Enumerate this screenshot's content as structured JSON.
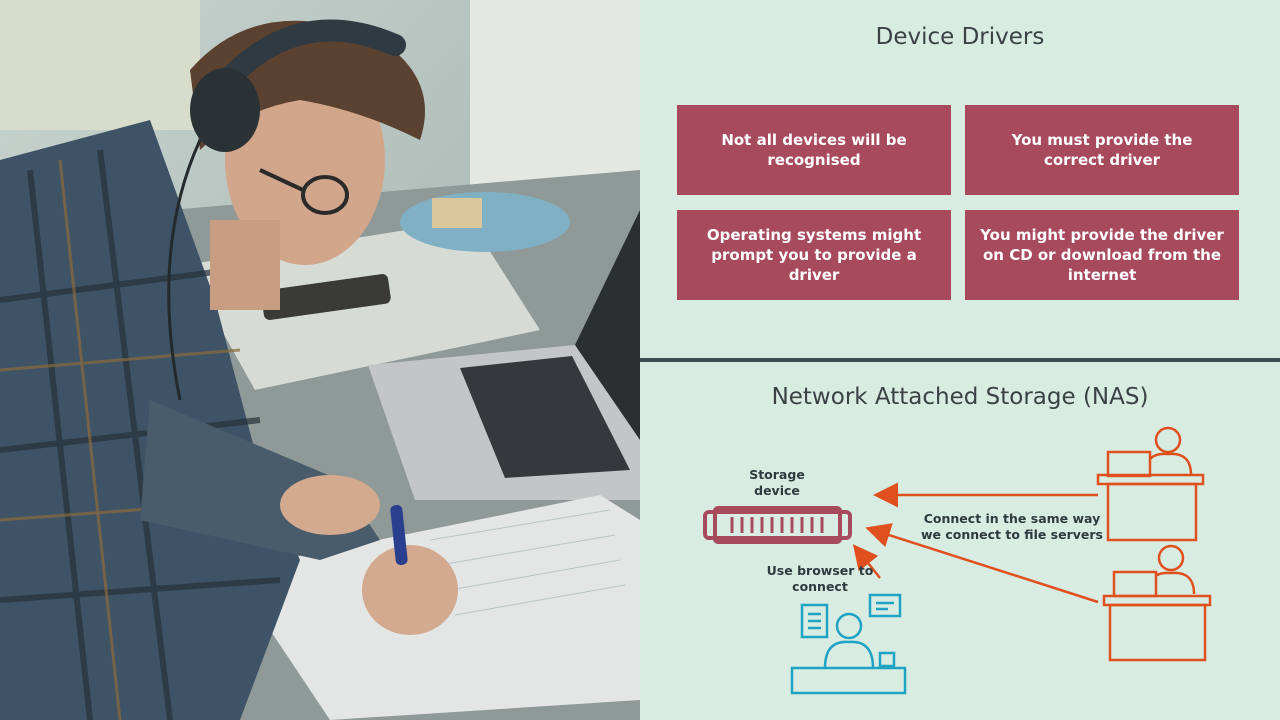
{
  "slide1": {
    "title": "Device Drivers",
    "cards": [
      "Not all devices will be recognised",
      "You must provide the correct driver",
      "Operating systems might prompt you to provide a driver",
      "You might provide the driver on CD or download from the internet"
    ]
  },
  "slide2": {
    "title": "Network Attached Storage (NAS)",
    "labels": {
      "storage": "Storage device",
      "browser": "Use browser to connect",
      "connect": "Connect in the same way we connect to file servers"
    }
  },
  "colors": {
    "slide_bg": "#d9ece1",
    "card": "#a84a5e",
    "storage_icon": "#a84a5e",
    "arrows": "#e0501e",
    "user_icon": "#1fa3c4"
  }
}
